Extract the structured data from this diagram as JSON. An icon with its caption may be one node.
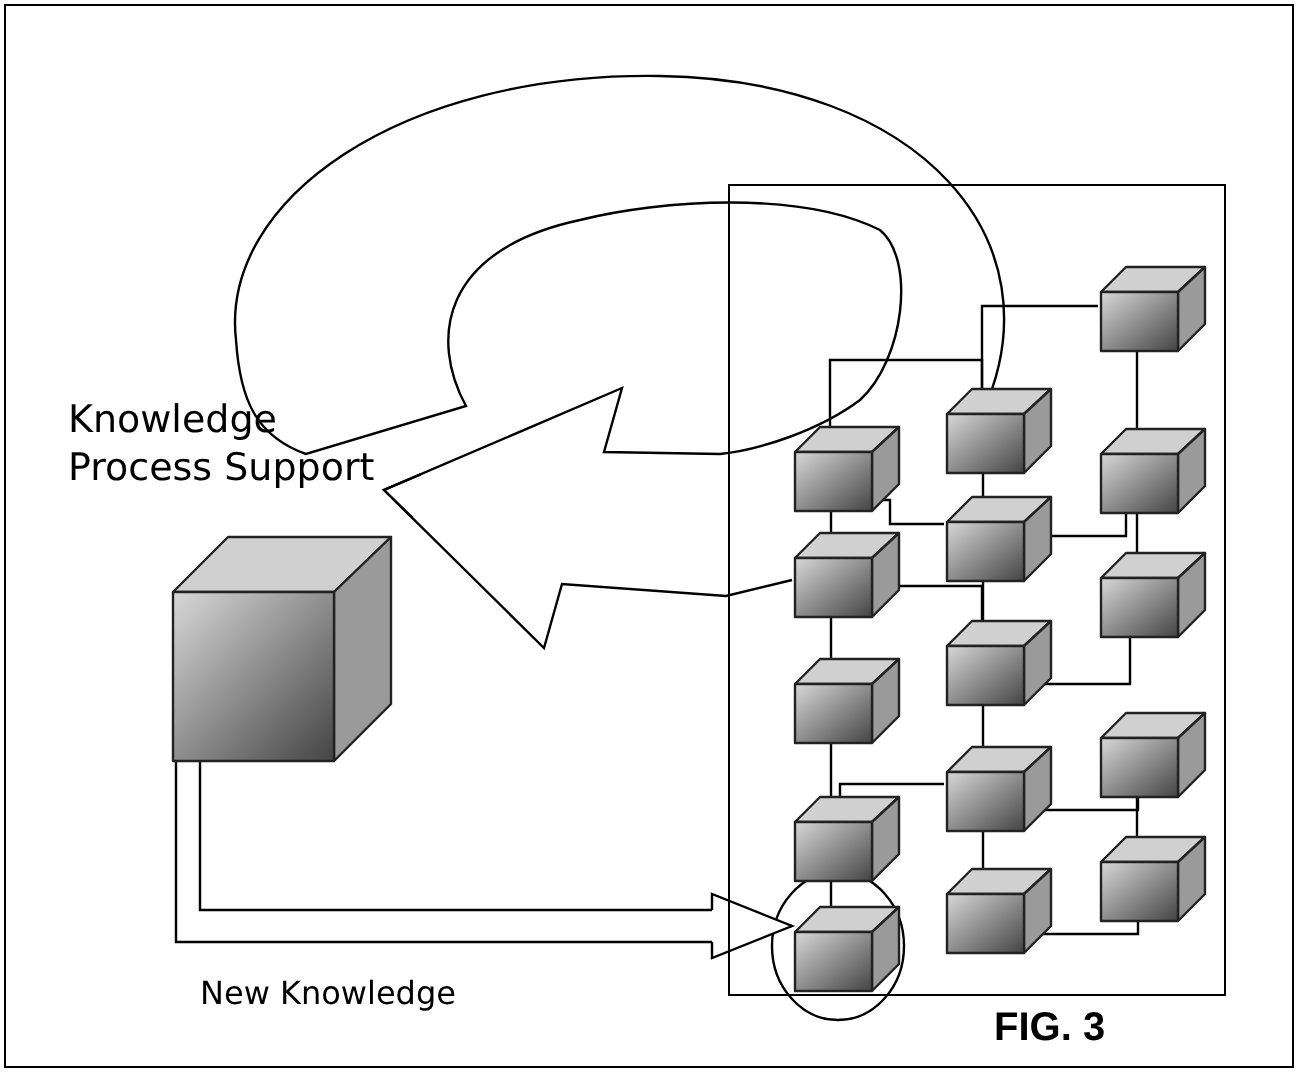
{
  "diagram": {
    "nodes": [
      {
        "text": [
          "Knowledge Process Support"
        ]
      },
      {
        "text": [],
        "shape": "cube"
      },
      {
        "text": [],
        "shape": "box"
      },
      {
        "text": [],
        "shape": "cube",
        "in": 2
      },
      {
        "text": [],
        "shape": "cube",
        "in": 2
      },
      {
        "text": [],
        "shape": "cube",
        "in": 2
      },
      {
        "text": [],
        "shape": "cube",
        "in": 2
      },
      {
        "text": [],
        "shape": "cube",
        "in": 2
      },
      {
        "text": [],
        "shape": "cube",
        "in": 2
      },
      {
        "text": [],
        "shape": "cube",
        "in": 2
      },
      {
        "text": [],
        "shape": "cube",
        "in": 2
      },
      {
        "text": [],
        "shape": "cube",
        "in": 2
      },
      {
        "text": [],
        "shape": "cube",
        "in": 2
      },
      {
        "text": [],
        "shape": "cube",
        "in": 2
      },
      {
        "text": [],
        "shape": "cube",
        "in": 2
      },
      {
        "text": [],
        "shape": "cube",
        "in": 2
      },
      {
        "text": [],
        "shape": "cube",
        "in": 2
      },
      {
        "text": [],
        "shape": "cube",
        "in": 2
      }
    ],
    "edges": [
      {
        "from": 8,
        "to": 0,
        "arrow": "to"
      },
      {
        "from": 1,
        "to": 7,
        "arrow": "to",
        "label": "New Knowledge"
      },
      {
        "from": 3,
        "to": 8,
        "arrow": "none"
      },
      {
        "from": 13,
        "to": 8,
        "arrow": "none"
      },
      {
        "from": 13,
        "to": 14,
        "arrow": "none"
      },
      {
        "from": 14,
        "to": 15,
        "arrow": "none"
      },
      {
        "from": 3,
        "to": 4,
        "arrow": "none"
      },
      {
        "from": 3,
        "to": 9,
        "arrow": "none"
      },
      {
        "from": 8,
        "to": 9,
        "arrow": "none"
      },
      {
        "from": 9,
        "to": 14,
        "arrow": "none"
      },
      {
        "from": 9,
        "to": 10,
        "arrow": "none"
      },
      {
        "from": 4,
        "to": 10,
        "arrow": "none"
      },
      {
        "from": 10,
        "to": 15,
        "arrow": "none"
      },
      {
        "from": 4,
        "to": 5,
        "arrow": "none"
      },
      {
        "from": 5,
        "to": 6,
        "arrow": "none"
      },
      {
        "from": 6,
        "to": 11,
        "arrow": "none"
      },
      {
        "from": 10,
        "to": 11,
        "arrow": "none"
      },
      {
        "from": 11,
        "to": 12,
        "arrow": "none"
      },
      {
        "from": 11,
        "to": 16,
        "arrow": "none"
      },
      {
        "from": 16,
        "to": 17,
        "arrow": "none"
      },
      {
        "from": 12,
        "to": 17,
        "arrow": "none"
      },
      {
        "from": 6,
        "to": 7,
        "arrow": "none"
      }
    ],
    "labels": [
      "FIG. 3"
    ]
  }
}
